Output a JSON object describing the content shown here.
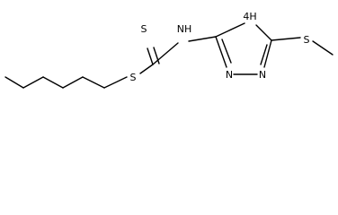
{
  "molecule": {
    "atoms": {
      "thione_sulfur": "S",
      "amine_nh": "NH",
      "ring_nh": "4H",
      "ester_sulfur": "S",
      "methylthio_sulfur": "S",
      "ring_n1": "N",
      "ring_n2": "N"
    }
  }
}
